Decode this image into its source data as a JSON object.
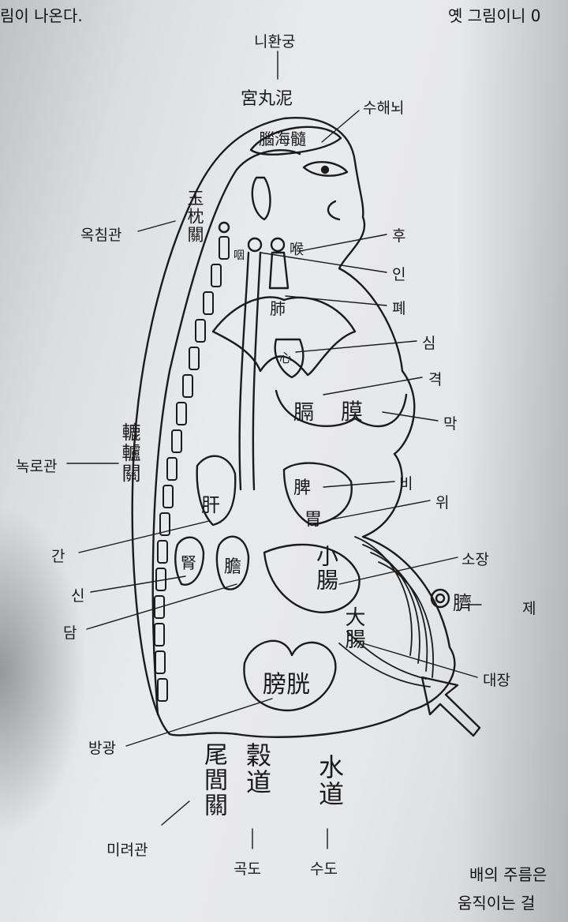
{
  "page_text": {
    "top_left": "림이 나온다.",
    "top_right": "옛 그림이니 0",
    "bottom_line1": "배의 주름은",
    "bottom_line2": "움직이는 걸"
  },
  "korean_labels": {
    "nihwangung": "니환궁",
    "suhaenoe": "수해뇌",
    "okchimgwan": "옥침관",
    "hu": "후",
    "in": "인",
    "pye": "폐",
    "sim": "심",
    "gyeok": "격",
    "mak": "막",
    "norogwan": "녹로관",
    "bi": "비",
    "wi": "위",
    "gan": "간",
    "sojang": "소장",
    "sin": "신",
    "je": "제",
    "dam": "담",
    "daejang": "대장",
    "banggwang": "방광",
    "miryeogwan": "미려관",
    "gokdo": "곡도",
    "sudo": "수도"
  },
  "hanzi_labels": {
    "niwangong": "宮丸泥",
    "suihainao": "腦海髓",
    "yuzhenguan": "玉枕關",
    "hou": "喉",
    "yan": "咽",
    "fei": "肺",
    "xin": "心",
    "ge": "膈",
    "mo": "膜",
    "luluguan": "轆轤關",
    "pi": "脾",
    "wei": "胃",
    "gan": "肝",
    "shen": "腎",
    "dan": "膽",
    "xiaochang": "小腸",
    "qi": "臍",
    "dachang": "大腸",
    "pangguang": "膀胱",
    "weilvguan": "尾閭關",
    "gudao": "穀道",
    "shuidao": "水道"
  }
}
